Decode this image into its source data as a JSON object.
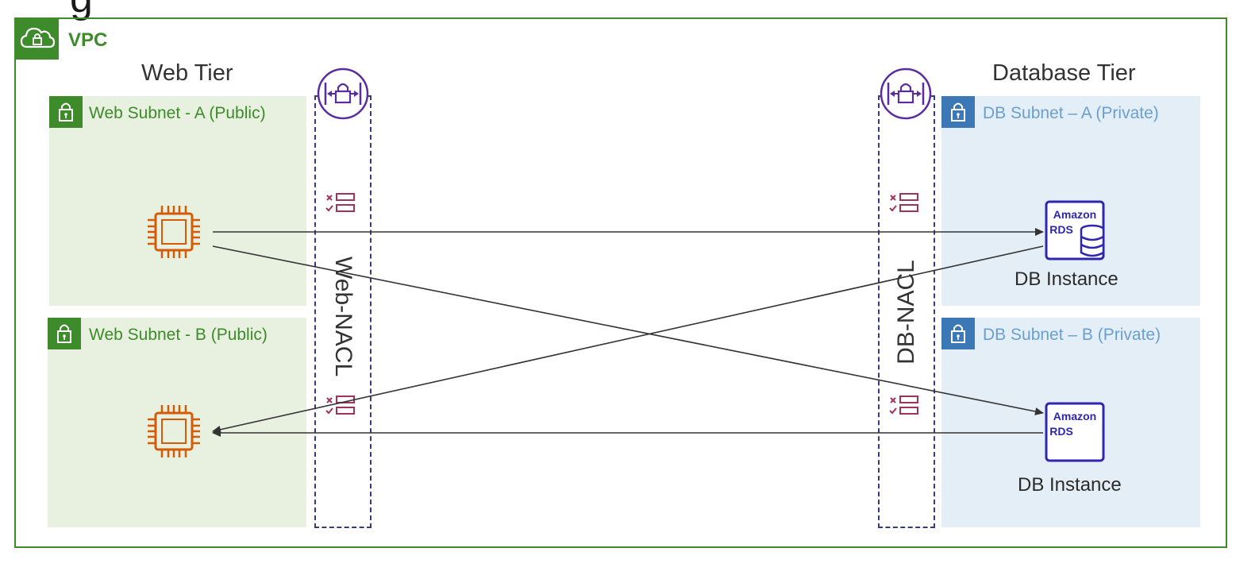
{
  "vpc": {
    "label": "VPC",
    "icon": "cloud-lock-icon",
    "color": "#3d8b2a"
  },
  "tiers": {
    "web": "Web Tier",
    "database": "Database Tier"
  },
  "subnets": [
    {
      "label": "Web Subnet - A (Public)",
      "kind": "public",
      "color": "#3d8b2a"
    },
    {
      "label": "Web Subnet - B (Public)",
      "kind": "public",
      "color": "#3d8b2a"
    },
    {
      "label": "DB Subnet – A (Private)",
      "kind": "private",
      "color": "#3b78b5"
    },
    {
      "label": "DB Subnet – B (Private)",
      "kind": "private",
      "color": "#3b78b5"
    }
  ],
  "nacls": [
    {
      "label": "Web-NACL",
      "icon": "network-acl-icon",
      "color": "#5a2ca0"
    },
    {
      "label": "DB-NACL",
      "icon": "network-acl-icon",
      "color": "#5a2ca0"
    }
  ],
  "db_instances": [
    {
      "caption": "DB Instance",
      "badge_line1": "Amazon",
      "badge_line2": "RDS",
      "icon": "rds-database-icon",
      "color": "#2e27ad"
    },
    {
      "caption": "DB Instance",
      "badge_line1": "Amazon",
      "badge_line2": "RDS",
      "icon": "rds-icon",
      "color": "#2e27ad"
    }
  ],
  "ec2_icon": {
    "icon": "ec2-instance-icon",
    "color": "#d45b07"
  },
  "rules_icon": {
    "icon": "rules-list-icon",
    "color": "#a1325a"
  }
}
